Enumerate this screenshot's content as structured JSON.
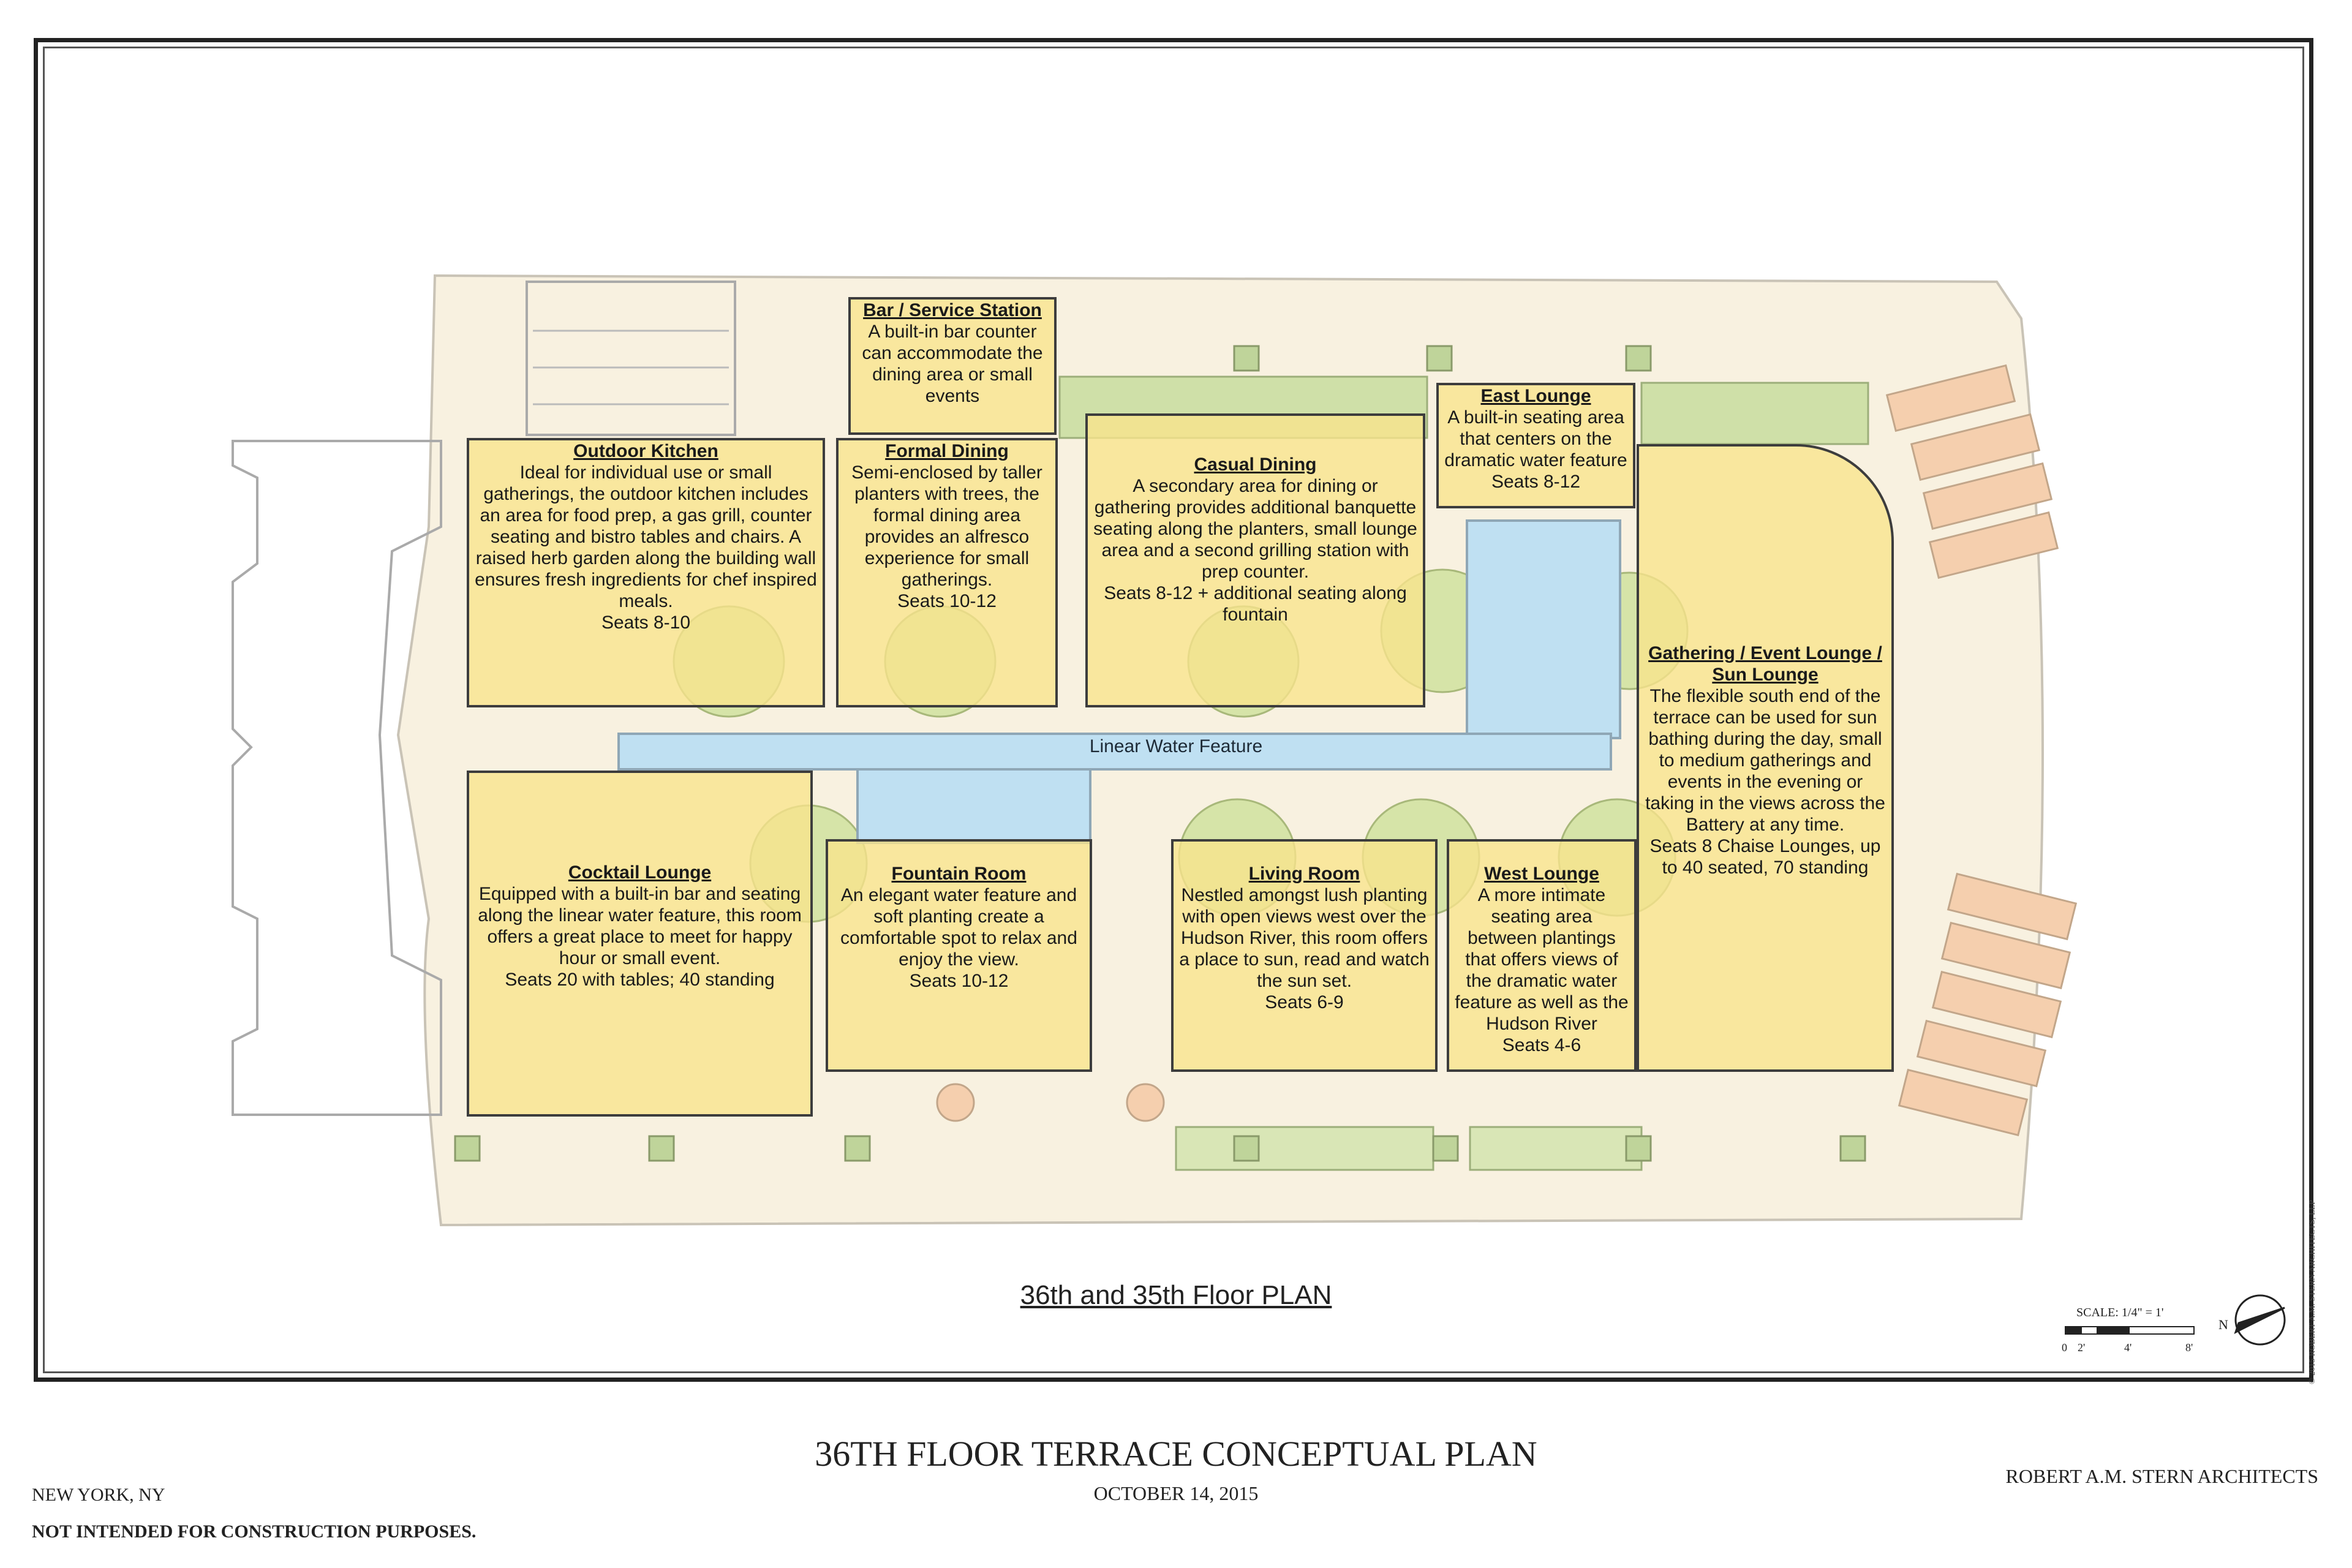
{
  "rooms": [
    {
      "title": "Bar / Service Station",
      "desc": "A built-in bar counter can accommodate the dining area or small events",
      "seats": ""
    },
    {
      "title": "Outdoor Kitchen",
      "desc": "Ideal for individual use or small gatherings, the outdoor kitchen includes an area for food prep, a gas grill, counter seating and bistro tables and chairs. A raised herb garden along the building wall ensures fresh ingredients for chef inspired meals.",
      "seats": "Seats 8-10"
    },
    {
      "title": "Formal Dining",
      "desc": "Semi-enclosed by taller planters with trees, the formal dining area provides an alfresco experience for small gatherings.",
      "seats": "Seats 10-12"
    },
    {
      "title": "Casual Dining",
      "desc": "A secondary area for dining or gathering provides additional banquette seating along the planters, small lounge area and a second grilling station with prep counter.",
      "seats": "Seats 8-12 + additional seating along fountain"
    },
    {
      "title": "East Lounge",
      "desc": "A built-in seating area that centers on the dramatic water feature",
      "seats": "Seats 8-12"
    },
    {
      "title": "Gathering / Event Lounge / Sun Lounge",
      "desc": "The flexible south end of the terrace can be used for sun bathing during the day, small to medium gatherings and events in the evening or taking in the views across the Battery at any time.",
      "seats": "Seats 8 Chaise Lounges, up to 40 seated, 70 standing"
    },
    {
      "title": "Cocktail Lounge",
      "desc": "Equipped with a built-in bar and seating along the linear water feature, this room offers a great place to meet for happy hour or small event.",
      "seats": "Seats 20 with tables; 40 standing"
    },
    {
      "title": "Fountain Room",
      "desc": "An elegant water feature and soft planting create a comfortable spot to relax and enjoy the view.",
      "seats": "Seats 10-12"
    },
    {
      "title": "Living Room",
      "desc": "Nestled amongst lush planting with open views west over the Hudson River, this room offers a place to sun, read and watch the sun set.",
      "seats": "Seats 6-9"
    },
    {
      "title": "West Lounge",
      "desc": "A more intimate seating area between plantings that offers views of the dramatic water feature as well as the Hudson River",
      "seats": "Seats 4-6"
    }
  ],
  "water_feature_label": "Linear Water Feature",
  "plan_title": "36th and 35th Floor PLAN",
  "sheet_title": "36TH FLOOR TERRACE CONCEPTUAL PLAN",
  "date": "OCTOBER 14, 2015",
  "location": "NEW YORK, NY",
  "notice": "NOT INTENDED FOR CONSTRUCTION PURPOSES.",
  "firm": "ROBERT A.M. STERN ARCHITECTS",
  "copyright": "© 2015 ROBERT A.M. STERN ARCHITECTS, LLP",
  "scale": {
    "label": "SCALE: 1/4\" = 1'",
    "ticks": [
      "0",
      "2'",
      "4'",
      "8'"
    ]
  },
  "north": "N",
  "colors": {
    "room_fill": "#f8e48c",
    "water": "#bfe0f2",
    "planting": "#cfe0a8",
    "chaise": "#f5cfae",
    "terrace": "#f8f1e0"
  }
}
